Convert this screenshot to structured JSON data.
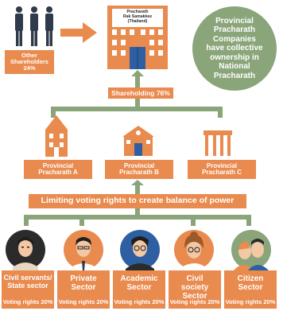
{
  "top": {
    "other_shareholders_label": "Other Shareholders",
    "other_shareholders_pct": "24%",
    "company_name_line1": "Pracharath",
    "company_name_line2": "Rak Samakkee",
    "company_name_line3": "(Thailand)",
    "shareholding_label": "Shareholding 76%",
    "ownership_note": "Provincial Pracharath Companies have collective ownership in National Pracharath"
  },
  "provincial": [
    {
      "label": "Provincial Pracharath A"
    },
    {
      "label": "Provincial Pracharath B"
    },
    {
      "label": "Provincial Pracharath C"
    }
  ],
  "banner": "Limiting voting rights to create balance of power",
  "sectors": [
    {
      "name": "Civil servants/ State sector",
      "voting": "Voting rights 20%"
    },
    {
      "name": "Private Sector",
      "voting": "Voting rights 20%"
    },
    {
      "name": "Academic Sector",
      "voting": "Voting rights 20%"
    },
    {
      "name": "Civil society Sector",
      "voting": "Voting rights 20%"
    },
    {
      "name": "Citizen Sector",
      "voting": "Voting rights 20%"
    }
  ],
  "colors": {
    "orange": "#e98a4e",
    "green": "#8aa57a",
    "navy": "#2f3a4a",
    "dark": "#2b2b2b"
  }
}
